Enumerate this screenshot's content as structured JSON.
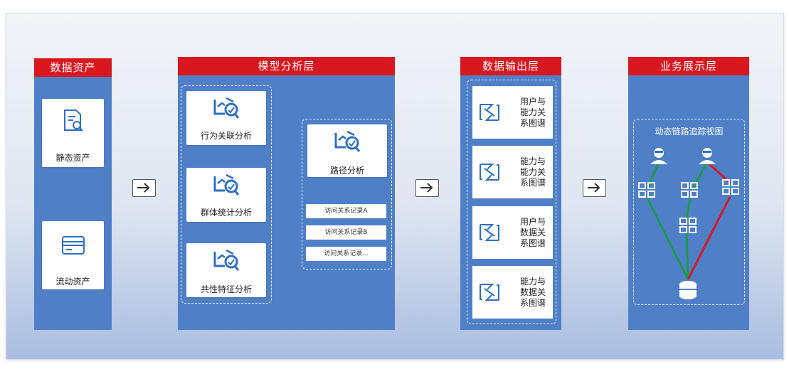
{
  "columns": {
    "assets": {
      "title": "数据资产",
      "items": [
        {
          "label": "静态资产",
          "icon": "document-search-icon"
        },
        {
          "label": "流动资产",
          "icon": "card-icon"
        }
      ]
    },
    "model": {
      "title": "模型分析层",
      "items": [
        {
          "label": "行为关联分析",
          "icon": "chart-search-icon"
        },
        {
          "label": "群体统计分析",
          "icon": "chart-search-icon"
        },
        {
          "label": "共性特征分析",
          "icon": "chart-search-icon"
        }
      ],
      "path": {
        "label": "路径分析",
        "records": [
          "访问关系记录A",
          "访问关系记录B",
          "访问关系记录..."
        ]
      }
    },
    "output": {
      "title": "数据输出层",
      "items": [
        {
          "lines": [
            "用户与",
            "能力关",
            "系图谱"
          ]
        },
        {
          "lines": [
            "能力与",
            "能力关",
            "系图谱"
          ]
        },
        {
          "lines": [
            "用户与",
            "数据关",
            "系图谱"
          ]
        },
        {
          "lines": [
            "能力与",
            "数据关",
            "系图谱"
          ]
        }
      ]
    },
    "business": {
      "title": "业务展示层",
      "view_title": "动态链路追踪视图",
      "colors": {
        "green": "#1a9a4a",
        "red": "#d9171f",
        "accent": "#2f6fc2"
      }
    }
  },
  "colors": {
    "column": "#4f80c7",
    "header": "#d9171f"
  }
}
